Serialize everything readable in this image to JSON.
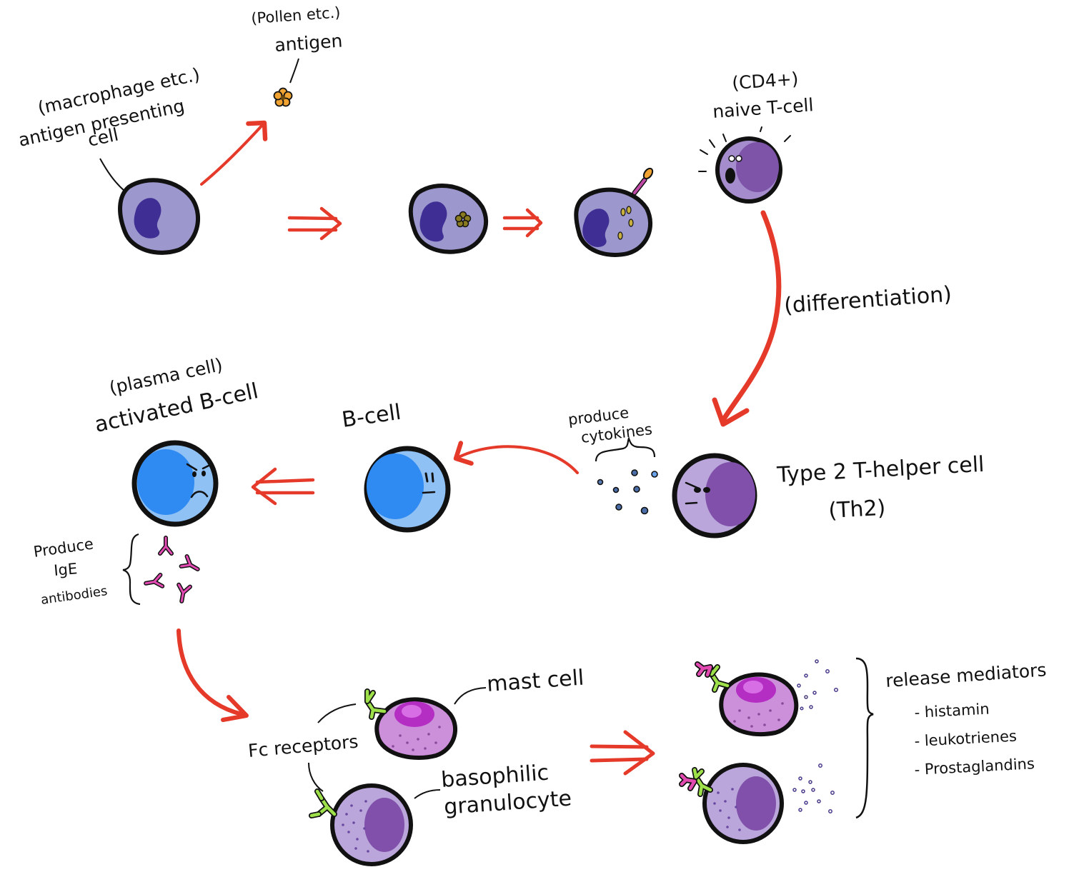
{
  "labels": {
    "apc_paren": "(macrophage etc.)",
    "apc_line1": "antigen presenting",
    "apc_line2": "cell",
    "antigen_paren": "(Pollen etc.)",
    "antigen": "antigen",
    "tcell_paren": "(CD4+)",
    "tcell": "naive T-cell",
    "differentiation": "(differentiation)",
    "produce_cytokines_1": "produce",
    "produce_cytokines_2": "cytokines",
    "th2_line1": "Type 2  T-helper cell",
    "th2_line2": "(Th2)",
    "bcell": "B-cell",
    "plasma_paren": "(plasma cell)",
    "plasma": "activated B-cell",
    "ige_1": "Produce",
    "ige_2": "IgE",
    "ige_3": "antibodies",
    "mast_cell": "mast cell",
    "fc_receptors": "Fc receptors",
    "basophil_1": "basophilic",
    "basophil_2": "granulocyte",
    "release": "release mediators",
    "histamin": "- histamin",
    "leukotrienes": "- leukotrienes",
    "prostaglandins": "- Prostaglandins"
  },
  "colors": {
    "arrow": "#e53a2a",
    "outline": "#111111",
    "apc_body": "#9c97cc",
    "apc_nucleus": "#3f2f94",
    "tcell_body": "#a58ccc",
    "tcell_nucleus": "#7d54a8",
    "bcell_body": "#8fc1f4",
    "bcell_nucleus": "#2f8af2",
    "mast_body": "#cc8fda",
    "mast_nucleus": "#b42ec4",
    "baso_body": "#bba6dc",
    "baso_nucleus": "#8050aa",
    "antibody": "#e24ab2",
    "receptor": "#9de04a",
    "antigen_petal": "#f0a330"
  }
}
